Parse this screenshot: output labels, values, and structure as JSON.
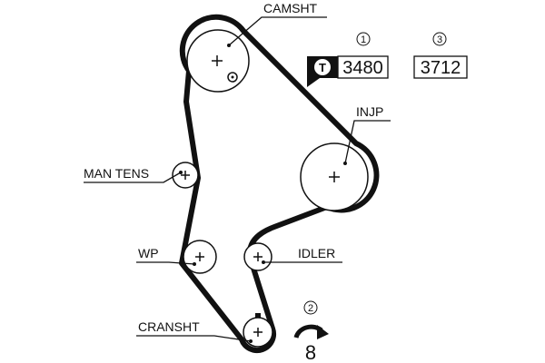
{
  "diagram": {
    "labels": {
      "camshaft": "CAMSHT",
      "injection_pump": "INJP",
      "manual_tensioner": "MAN TENS",
      "water_pump": "WP",
      "idler": "IDLER",
      "crankshaft": "CRANSHT"
    },
    "callouts": {
      "step1_number": "1",
      "step2_number": "2",
      "step3_number": "3",
      "tool_letter": "T",
      "tool_code": "3480",
      "ref_code": "3712",
      "rotation_value": "8"
    }
  }
}
